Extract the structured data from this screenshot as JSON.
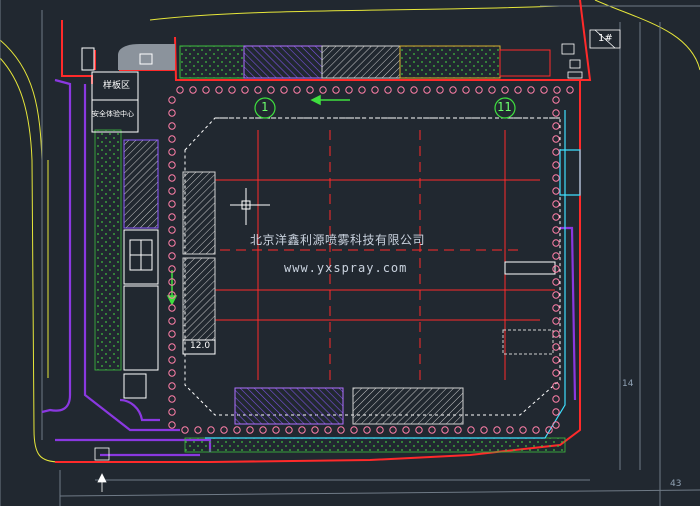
{
  "watermark": {
    "company": "北京洋鑫利源喷雾科技有限公司",
    "url": "www.yxspray.com"
  },
  "labels": {
    "zone_left_top": "样板区",
    "zone_left_sub": "安全体验中心",
    "axis_a": "1",
    "axis_b": "11",
    "dim_120": "12.0",
    "edge_14": "14",
    "edge_43": "43",
    "corner_gate": "1#"
  },
  "colors": {
    "background": "#212830",
    "site_boundary": "#ff2a2a",
    "road": "#7b2cd0",
    "road_edge": "#ffff33",
    "greenery": "#3fbf3f",
    "tree_marker": "#ff7fa8",
    "water_line": "#3fe0ff",
    "building_outline": "#ffffff",
    "storage_hatch": "#8f5aff"
  }
}
